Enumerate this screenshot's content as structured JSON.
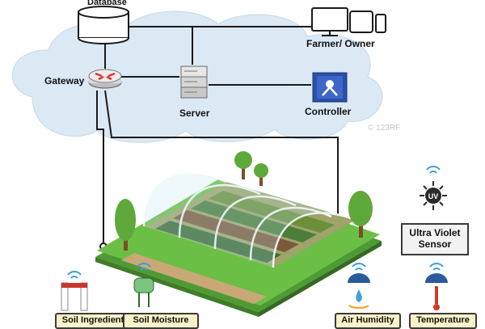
{
  "nodes": {
    "database": "Database",
    "gateway": "Gateway",
    "server": "Server",
    "farmer": "Farmer/ Owner",
    "controller": "Controller"
  },
  "sensors": {
    "uv": "Ultra Violet Sensor",
    "uv_badge": "UV",
    "soil_ingredient": "Soil Ingredient",
    "soil_moisture": "Soil Moisture",
    "air_humidity": "Air Humidity",
    "temperature": "Temperature"
  },
  "watermark": "© 123RF",
  "colors": {
    "cloud": "#dbe9f5",
    "line": "#1a1a1a",
    "grass": "#6cbf45",
    "path": "#c9a878",
    "uv_sun": "#2b2b2b",
    "controller_blue": "#2b4fa8"
  }
}
